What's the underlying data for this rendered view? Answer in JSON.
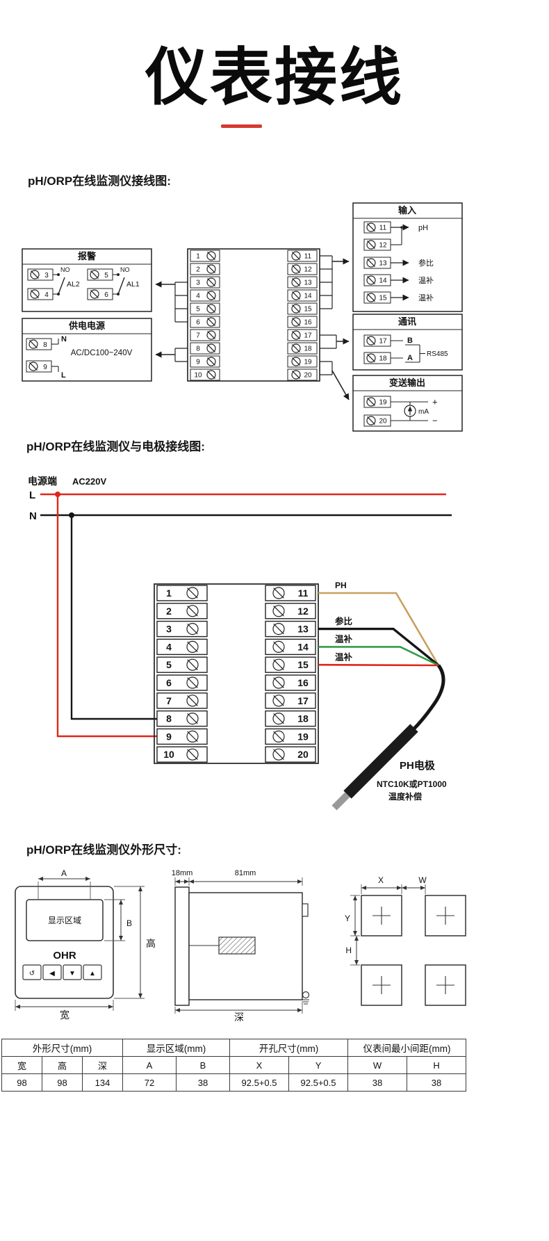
{
  "page": {
    "title": "仪表接线"
  },
  "colors": {
    "accent_red": "#d63a32",
    "live_wire": "#e0251b",
    "neutral_wire": "#151515",
    "ph_wire": "#c8a05f",
    "ref_wire": "#151515",
    "temp_wire_green": "#2f9e44",
    "temp_wire_red": "#e0251b"
  },
  "sections": {
    "wiring_heading": "pH/ORP在线监测仪接线图:",
    "electrode_heading": "pH/ORP在线监测仪与电极接线图:",
    "dimension_heading": "pH/ORP在线监测仪外形尺寸:"
  },
  "diagram1": {
    "center": {
      "left": [
        "1",
        "2",
        "3",
        "4",
        "5",
        "6",
        "7",
        "8",
        "9",
        "10"
      ],
      "right": [
        "11",
        "12",
        "13",
        "14",
        "15",
        "16",
        "17",
        "18",
        "19",
        "20"
      ]
    },
    "alarm": {
      "title": "报警",
      "terminals": [
        "3",
        "4",
        "5",
        "6"
      ],
      "no_label": "NO",
      "al2_label": "AL2",
      "al1_label": "AL1"
    },
    "power": {
      "title": "供电电源",
      "terminals": [
        "8",
        "9"
      ],
      "n_label": "N",
      "l_label": "L",
      "rating": "AC/DC100~240V"
    },
    "input": {
      "title": "输入",
      "rows": [
        {
          "num": "11",
          "label": "pH"
        },
        {
          "num": "12",
          "label": ""
        },
        {
          "num": "13",
          "label": "参比"
        },
        {
          "num": "14",
          "label": "温补"
        },
        {
          "num": "15",
          "label": "温补"
        }
      ]
    },
    "comm": {
      "title": "通讯",
      "rows": [
        {
          "num": "17",
          "label": "B"
        },
        {
          "num": "18",
          "label": "A"
        }
      ],
      "bus_label": "RS485"
    },
    "output": {
      "title": "变送输出",
      "rows": [
        {
          "num": "19",
          "label": "+"
        },
        {
          "num": "20",
          "label": "−"
        }
      ],
      "unit_label": "mA"
    }
  },
  "diagram2": {
    "power_label": "电源端",
    "voltage_label": "AC220V",
    "live_label": "L",
    "neutral_label": "N",
    "left_terminals": [
      "1",
      "2",
      "3",
      "4",
      "5",
      "6",
      "7",
      "8",
      "9",
      "10"
    ],
    "right_terminals": [
      "11",
      "12",
      "13",
      "14",
      "15",
      "16",
      "17",
      "18",
      "19",
      "20"
    ],
    "wire_labels": [
      "PH",
      "参比",
      "温补",
      "温补"
    ],
    "electrode_label": "PH电极",
    "electrode_note_line1": "NTC10K或PT1000",
    "electrode_note_line2": "温度补偿"
  },
  "dims": {
    "front": {
      "display_label": "显示区域",
      "brand": "OHR",
      "buttons": [
        "↺",
        "◀",
        "▼",
        "▲"
      ],
      "dim_a": "A",
      "dim_b": "B",
      "dim_height": "高",
      "dim_width": "宽"
    },
    "side": {
      "front_depth": "18mm",
      "body_depth": "81mm",
      "dim_depth": "深"
    },
    "cutout": {
      "dim_x": "X",
      "dim_w": "W",
      "dim_y": "Y",
      "dim_h": "H"
    }
  },
  "table": {
    "groups": [
      "外形尺寸(mm)",
      "显示区域(mm)",
      "开孔尺寸(mm)",
      "仪表间最小间距(mm)"
    ],
    "headers": [
      "宽",
      "高",
      "深",
      "A",
      "B",
      "X",
      "Y",
      "W",
      "H"
    ],
    "values": [
      "98",
      "98",
      "134",
      "72",
      "38",
      "92.5+0.5",
      "92.5+0.5",
      "38",
      "38"
    ]
  }
}
